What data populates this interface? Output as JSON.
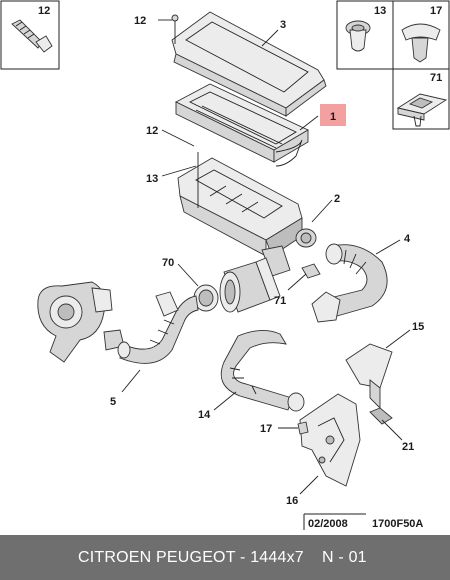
{
  "callouts": {
    "c12a": "12",
    "c13a": "13",
    "c17a": "17",
    "c71a": "71",
    "c12b": "12",
    "c3": "3",
    "c1": "1",
    "c12c": "12",
    "c13b": "13",
    "c2": "2",
    "c4": "4",
    "c70": "70",
    "c71b": "71",
    "c15": "15",
    "c5": "5",
    "c14": "14",
    "c17b": "17",
    "c21": "21",
    "c16": "16"
  },
  "highlight_color": "#f2a0a0",
  "date_code": "02/2008",
  "ref_code": "1700F50A",
  "footer": {
    "text_left": "CITROEN PEUGEOT - 1444x7",
    "text_right": "N - 01",
    "background": "#6f6f6f"
  }
}
